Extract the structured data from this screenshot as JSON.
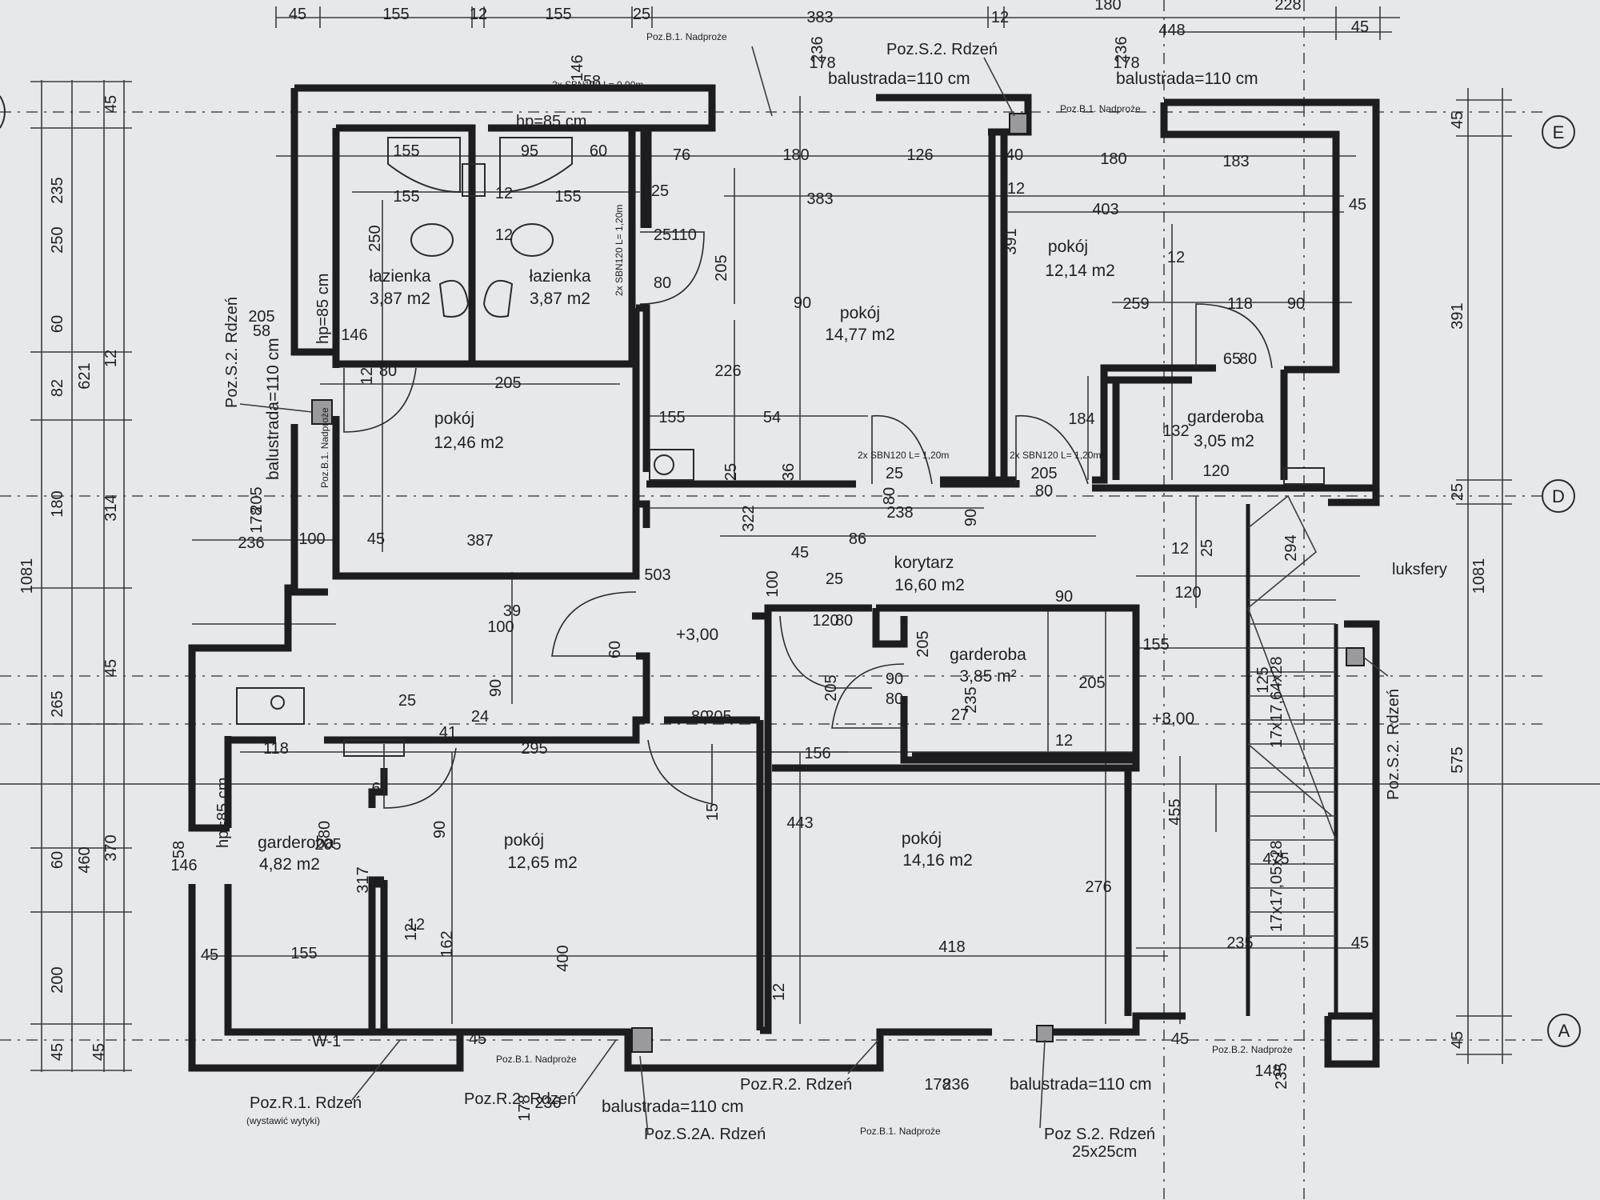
{
  "rooms": [
    {
      "id": "lazienka-1",
      "name": "łazienka",
      "area": "3,87 m2"
    },
    {
      "id": "lazienka-2",
      "name": "łazienka",
      "area": "3,87 m2"
    },
    {
      "id": "pokoj-a",
      "name": "pokój",
      "area": "14,77 m2"
    },
    {
      "id": "pokoj-b",
      "name": "pokój",
      "area": "12,14 m2"
    },
    {
      "id": "pokoj-c",
      "name": "pokój",
      "area": "12,46 m2"
    },
    {
      "id": "garderoba-a",
      "name": "garderoba",
      "area": "3,05 m2"
    },
    {
      "id": "korytarz",
      "name": "korytarz",
      "area": "16,60 m2"
    },
    {
      "id": "garderoba-b",
      "name": "garderoba",
      "area": "3,85 m²"
    },
    {
      "id": "garderoba-c",
      "name": "garderoba",
      "area": "4,82 m2"
    },
    {
      "id": "pokoj-d",
      "name": "pokój",
      "area": "12,65 m2"
    },
    {
      "id": "pokoj-e",
      "name": "pokój",
      "area": "14,16 m2"
    }
  ],
  "axes": {
    "e": "E",
    "d": "D",
    "a": "A"
  },
  "annotations": {
    "balustrada_top_1": "balustrada=110 cm",
    "balustrada_top_2": "balustrada=110 cm",
    "balustrada_left": "balustrada=110 cm",
    "balustrada_bottom_1": "balustrada=110 cm",
    "balustrada_bottom_2": "balustrada=110 cm",
    "hp_top": "hp=85 cm",
    "hp_left": "hp=85 cm",
    "hp_bottom": "hp=85 cm",
    "level_1": "+3,00",
    "level_2": "+3,00",
    "luksfery": "luksfery",
    "stairs_1": "17x17,64x28",
    "stairs_2": "17x17,05x28",
    "w1": "W-1",
    "poz_b1_top_left": "Poz.B.1. Nadproże",
    "poz_s2_top": "Poz.S.2. Rdzeń",
    "poz_b1_top_right": "Poz.B.1. Nadproże",
    "poz_s2_left": "Poz.S.2. Rdzeń",
    "poz_b1_left": "Poz.B.1. Nadproże",
    "poz_s2_right": "Poz.S.2. Rdzeń",
    "poz_r1": "Poz.R.1. Rdzeń",
    "wystawic_wytyki": "(wystawić wytyki)",
    "poz_r2_a": "Poz.R.2. Rdzeń",
    "poz_r2_b": "Poz.R.2. Rdzeń",
    "poz_s2a": "Poz.S.2A. Rdzeń",
    "poz_b1_bottom_1": "Poz.B.1. Nadproże",
    "poz_b1_bottom_2": "Poz.B.1. Nadproże",
    "poz_b2_bottom": "Poz.B.2. Nadproże",
    "poz_s2_bottom": "Poz S.2. Rdzeń",
    "size_25x25": "25x25cm",
    "sbn_1": "2x SBN120 L= 0,90m",
    "sbn_2": "2x SBN120 L= 1,20m",
    "sbn_3": "2x SBN120 L= 1,20m",
    "sbn_4": "2x SBN120 L= 1,20m"
  },
  "dimensions": {
    "top": [
      "45",
      "155",
      "12",
      "155",
      "25",
      "383",
      "12",
      "448",
      "45"
    ],
    "top_partial": [
      "180",
      "228"
    ],
    "left_outer": [
      "235",
      "250",
      "60",
      "82",
      "180",
      "265",
      "60",
      "200",
      "45"
    ],
    "left_mid": [
      "621",
      "1081",
      "314",
      "460",
      "370"
    ],
    "left_inner": [
      "45",
      "12",
      "45",
      "45"
    ],
    "right": [
      "45",
      "391",
      "25",
      "575",
      "1081",
      "45"
    ],
    "interior": [
      "58",
      "146",
      "178",
      "236",
      "178",
      "236",
      "155",
      "95",
      "60",
      "76",
      "180",
      "126",
      "40",
      "180",
      "183",
      "155",
      "155",
      "25",
      "383",
      "12",
      "403",
      "45",
      "250",
      "12",
      "12",
      "25",
      "110",
      "80",
      "205",
      "90",
      "391",
      "12",
      "259",
      "118",
      "90",
      "65",
      "80",
      "205",
      "58",
      "146",
      "12",
      "80",
      "205",
      "226",
      "155",
      "54",
      "184",
      "132",
      "120",
      "25",
      "36",
      "25",
      "80",
      "205",
      "80",
      "205",
      "178",
      "236",
      "100",
      "45",
      "387",
      "322",
      "238",
      "90",
      "86",
      "503",
      "25",
      "294",
      "100",
      "25",
      "45",
      "90",
      "120",
      "12",
      "120",
      "80",
      "205",
      "39",
      "100",
      "90",
      "60",
      "205",
      "90",
      "80",
      "205",
      "155",
      "125",
      "235",
      "25",
      "24",
      "41",
      "118",
      "295",
      "80",
      "205",
      "156",
      "27",
      "12",
      "15",
      "6",
      "80",
      "205",
      "90",
      "443",
      "455",
      "58",
      "146",
      "317",
      "12",
      "162",
      "400",
      "418",
      "276",
      "475",
      "45",
      "155",
      "12",
      "12",
      "235",
      "45",
      "45",
      "45",
      "178",
      "236",
      "178",
      "236",
      "148",
      "235"
    ]
  }
}
